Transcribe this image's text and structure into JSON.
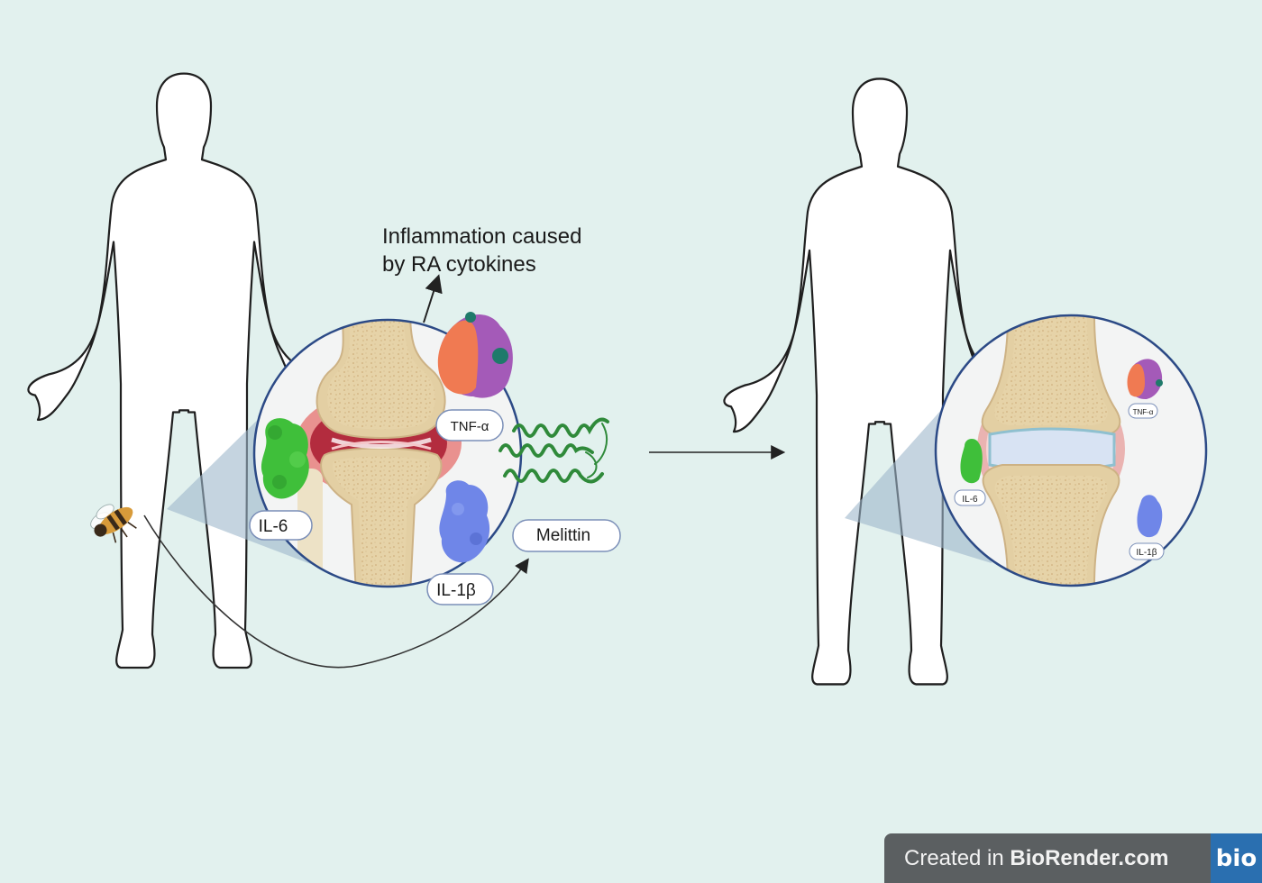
{
  "annotation": {
    "line1": "Inflammation caused",
    "line2": "by RA cytokines"
  },
  "labels": {
    "tnf_alpha": "TNF-α",
    "il6": "IL-6",
    "il1beta": "IL-1β",
    "melittin": "Melittin"
  },
  "watermark": {
    "prefix": "Created in ",
    "brand": "BioRender.com",
    "logo": "bio"
  },
  "colors": {
    "background": "#e2f1ee",
    "il6": "#3fbf3a",
    "il1beta": "#6f86e8",
    "tnf_orange": "#f07a52",
    "tnf_purple": "#a45ab8",
    "melittin": "#2f8a3a",
    "bone": "#e3cfa3",
    "inflamed_tissue": "#c8424c",
    "zoom_cone": "#9fb8cc"
  },
  "icons": [
    "bee-icon",
    "arrow-right-icon",
    "curved-arrow-icon"
  ]
}
